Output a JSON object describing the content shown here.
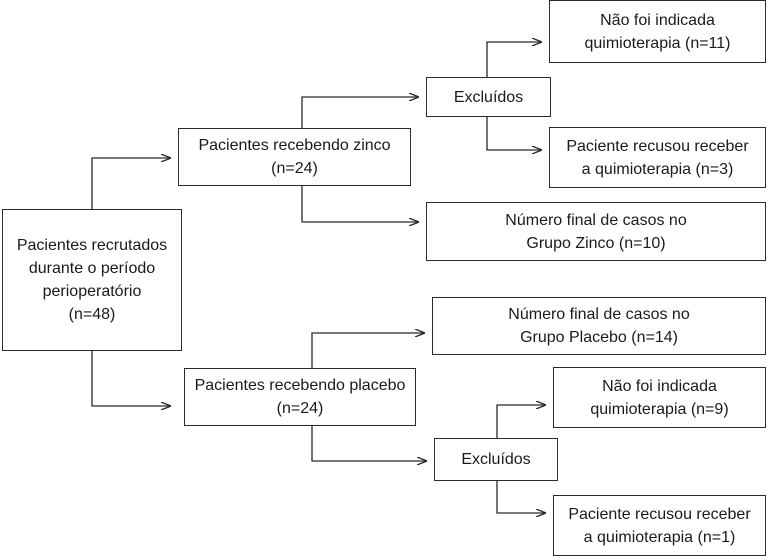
{
  "diagram": {
    "root": {
      "line1": "Pacientes recrutados",
      "line2": "durante o período",
      "line3": "perioperatório",
      "count": "(n=48)"
    },
    "zinc_group": {
      "label": "Pacientes recebendo zinco",
      "count": "(n=24)",
      "excluded": {
        "label": "Excluídos",
        "not_indicated_line1": "Não foi indicada",
        "not_indicated_line2": "quimioterapia (n=11)",
        "refused_line1": "Paciente recusou receber",
        "refused_line2": "a quimioterapia (n=3)"
      },
      "final_line1": "Número final de casos no",
      "final_line2": "Grupo Zinco (n=10)"
    },
    "placebo_group": {
      "label": "Pacientes recebendo placebo",
      "count": "(n=24)",
      "final_line1": "Número final de casos no",
      "final_line2": "Grupo Placebo (n=14)",
      "excluded": {
        "label": "Excluídos",
        "not_indicated_line1": "Não foi indicada",
        "not_indicated_line2": "quimioterapia (n=9)",
        "refused_line1": "Paciente recusou receber",
        "refused_line2": "a quimioterapia (n=1)"
      }
    },
    "colors": {
      "line": "#2a2a2a",
      "box_border": "#2a2a2a",
      "background": "#ffffff"
    }
  }
}
